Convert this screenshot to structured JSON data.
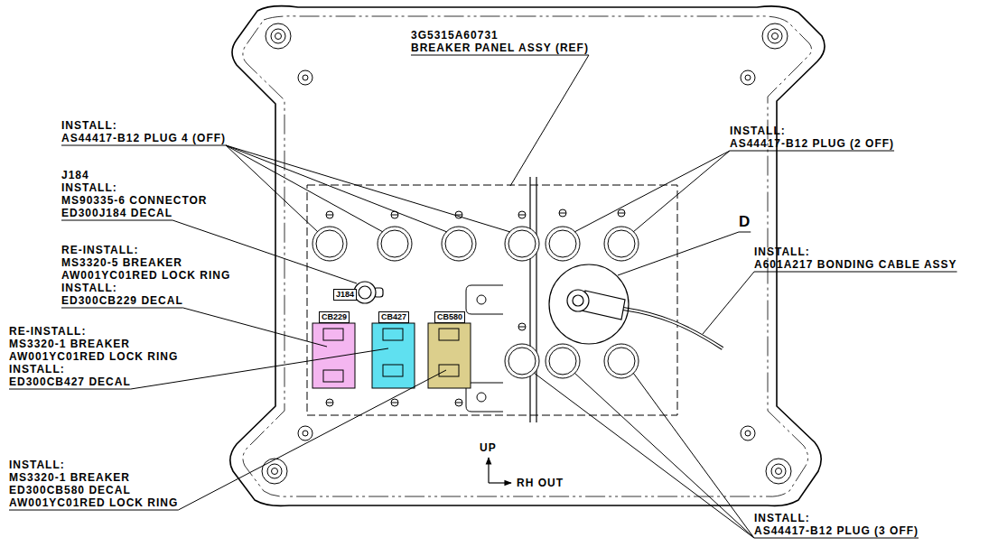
{
  "diagram": {
    "nodes": [
      {
        "text": [
          "J184"
        ]
      },
      {
        "text": [
          "CB229"
        ]
      },
      {
        "text": [
          "CB427"
        ]
      },
      {
        "text": [
          "CB580"
        ]
      }
    ],
    "labels": [
      "3G5315A60731",
      "BREAKER PANEL ASSY (REF)",
      "INSTALL:",
      "AS44417-B12 PLUG 4 (OFF)",
      "J184",
      "INSTALL:",
      "MS90335-6 CONNECTOR",
      "ED300J184 DECAL",
      "RE-INSTALL:",
      "MS3320-5 BREAKER",
      "AW001YC01RED LOCK RING",
      "INSTALL:",
      "ED300CB229 DECAL",
      "RE-INSTALL:",
      "MS3320-1 BREAKER",
      "AW001YC01RED LOCK RING",
      "INSTALL:",
      "ED300CB427 DECAL",
      "INSTALL:",
      "MS3320-1 BREAKER",
      "ED300CB580 DECAL",
      "AW001YC01RED LOCK RING",
      "INSTALL:",
      "AS44417-B12 PLUG (2 OFF)",
      "D",
      "INSTALL:",
      "A601A217 BONDING CABLE ASSY",
      "INSTALL:",
      "AS44417-B12 PLUG (3 OFF)",
      "UP",
      "RH OUT"
    ]
  }
}
